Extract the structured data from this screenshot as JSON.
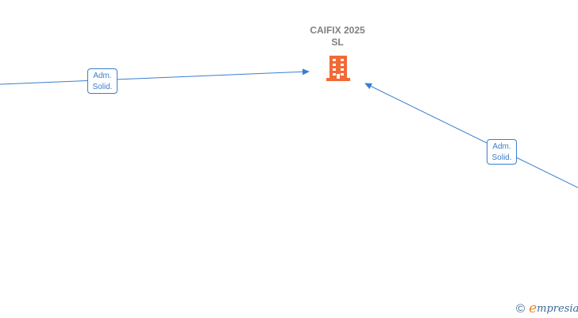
{
  "company": {
    "name_line1": "CAIFIX 2025",
    "name_line2": "SL",
    "icon": "building-icon",
    "icon_color": "#f26a35"
  },
  "relations": [
    {
      "line1": "Adm.",
      "line2": "Solid."
    },
    {
      "line1": "Adm.",
      "line2": "Solid."
    }
  ],
  "edge_color": "#3b7ecf",
  "watermark": {
    "symbol": "©",
    "brand_initial": "e",
    "brand_rest": "mpresia"
  }
}
